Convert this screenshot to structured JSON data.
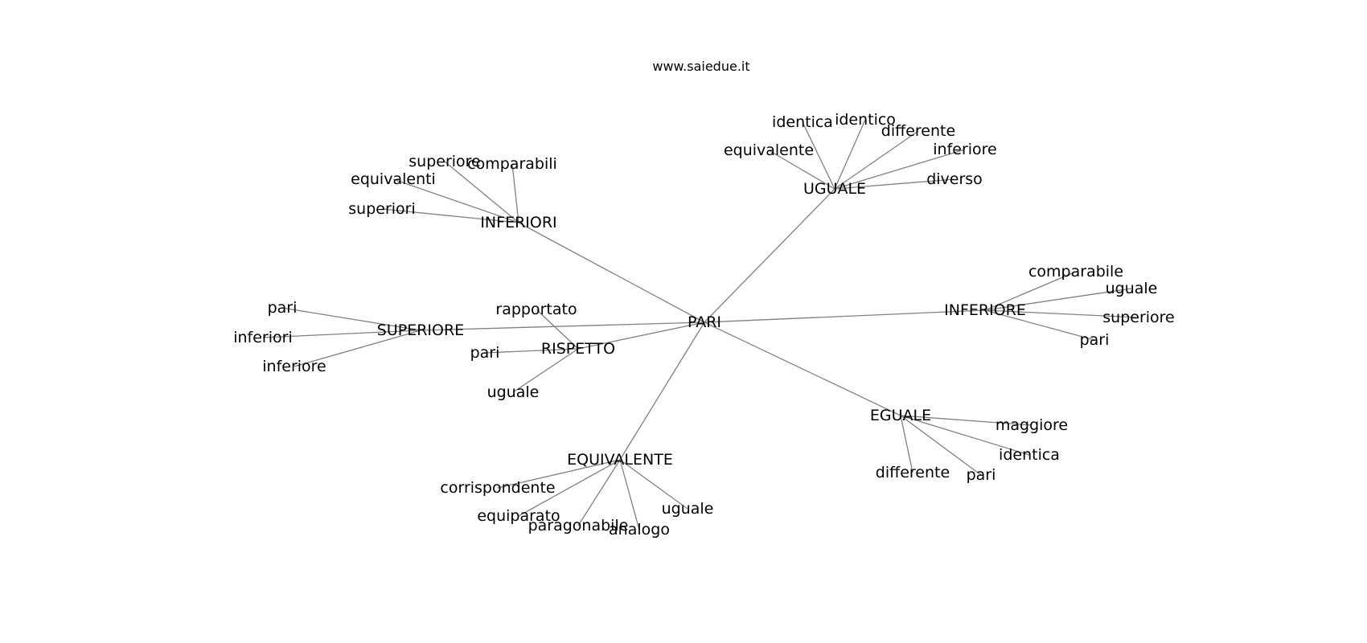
{
  "watermark": "www.saiedue.it",
  "graph": {
    "center": "PARI",
    "hubs": [
      {
        "label": "UGUALE",
        "leaves": [
          "identica",
          "identico",
          "differente",
          "inferiore",
          "equivalente",
          "diverso"
        ]
      },
      {
        "label": "INFERIORI",
        "leaves": [
          "superiore",
          "comparabili",
          "equivalenti",
          "superiori"
        ]
      },
      {
        "label": "INFERIORE",
        "leaves": [
          "comparabile",
          "uguale",
          "superiore",
          "pari"
        ]
      },
      {
        "label": "SUPERIORE",
        "leaves": [
          "pari",
          "inferiori",
          "inferiore"
        ]
      },
      {
        "label": "RISPETTO",
        "leaves": [
          "rapportato",
          "pari",
          "uguale"
        ]
      },
      {
        "label": "EGUALE",
        "leaves": [
          "maggiore",
          "identica",
          "differente",
          "pari"
        ]
      },
      {
        "label": "EQUIVALENTE",
        "leaves": [
          "corrispondente",
          "equiparato",
          "paragonabile",
          "analogo",
          "uguale"
        ]
      }
    ]
  }
}
